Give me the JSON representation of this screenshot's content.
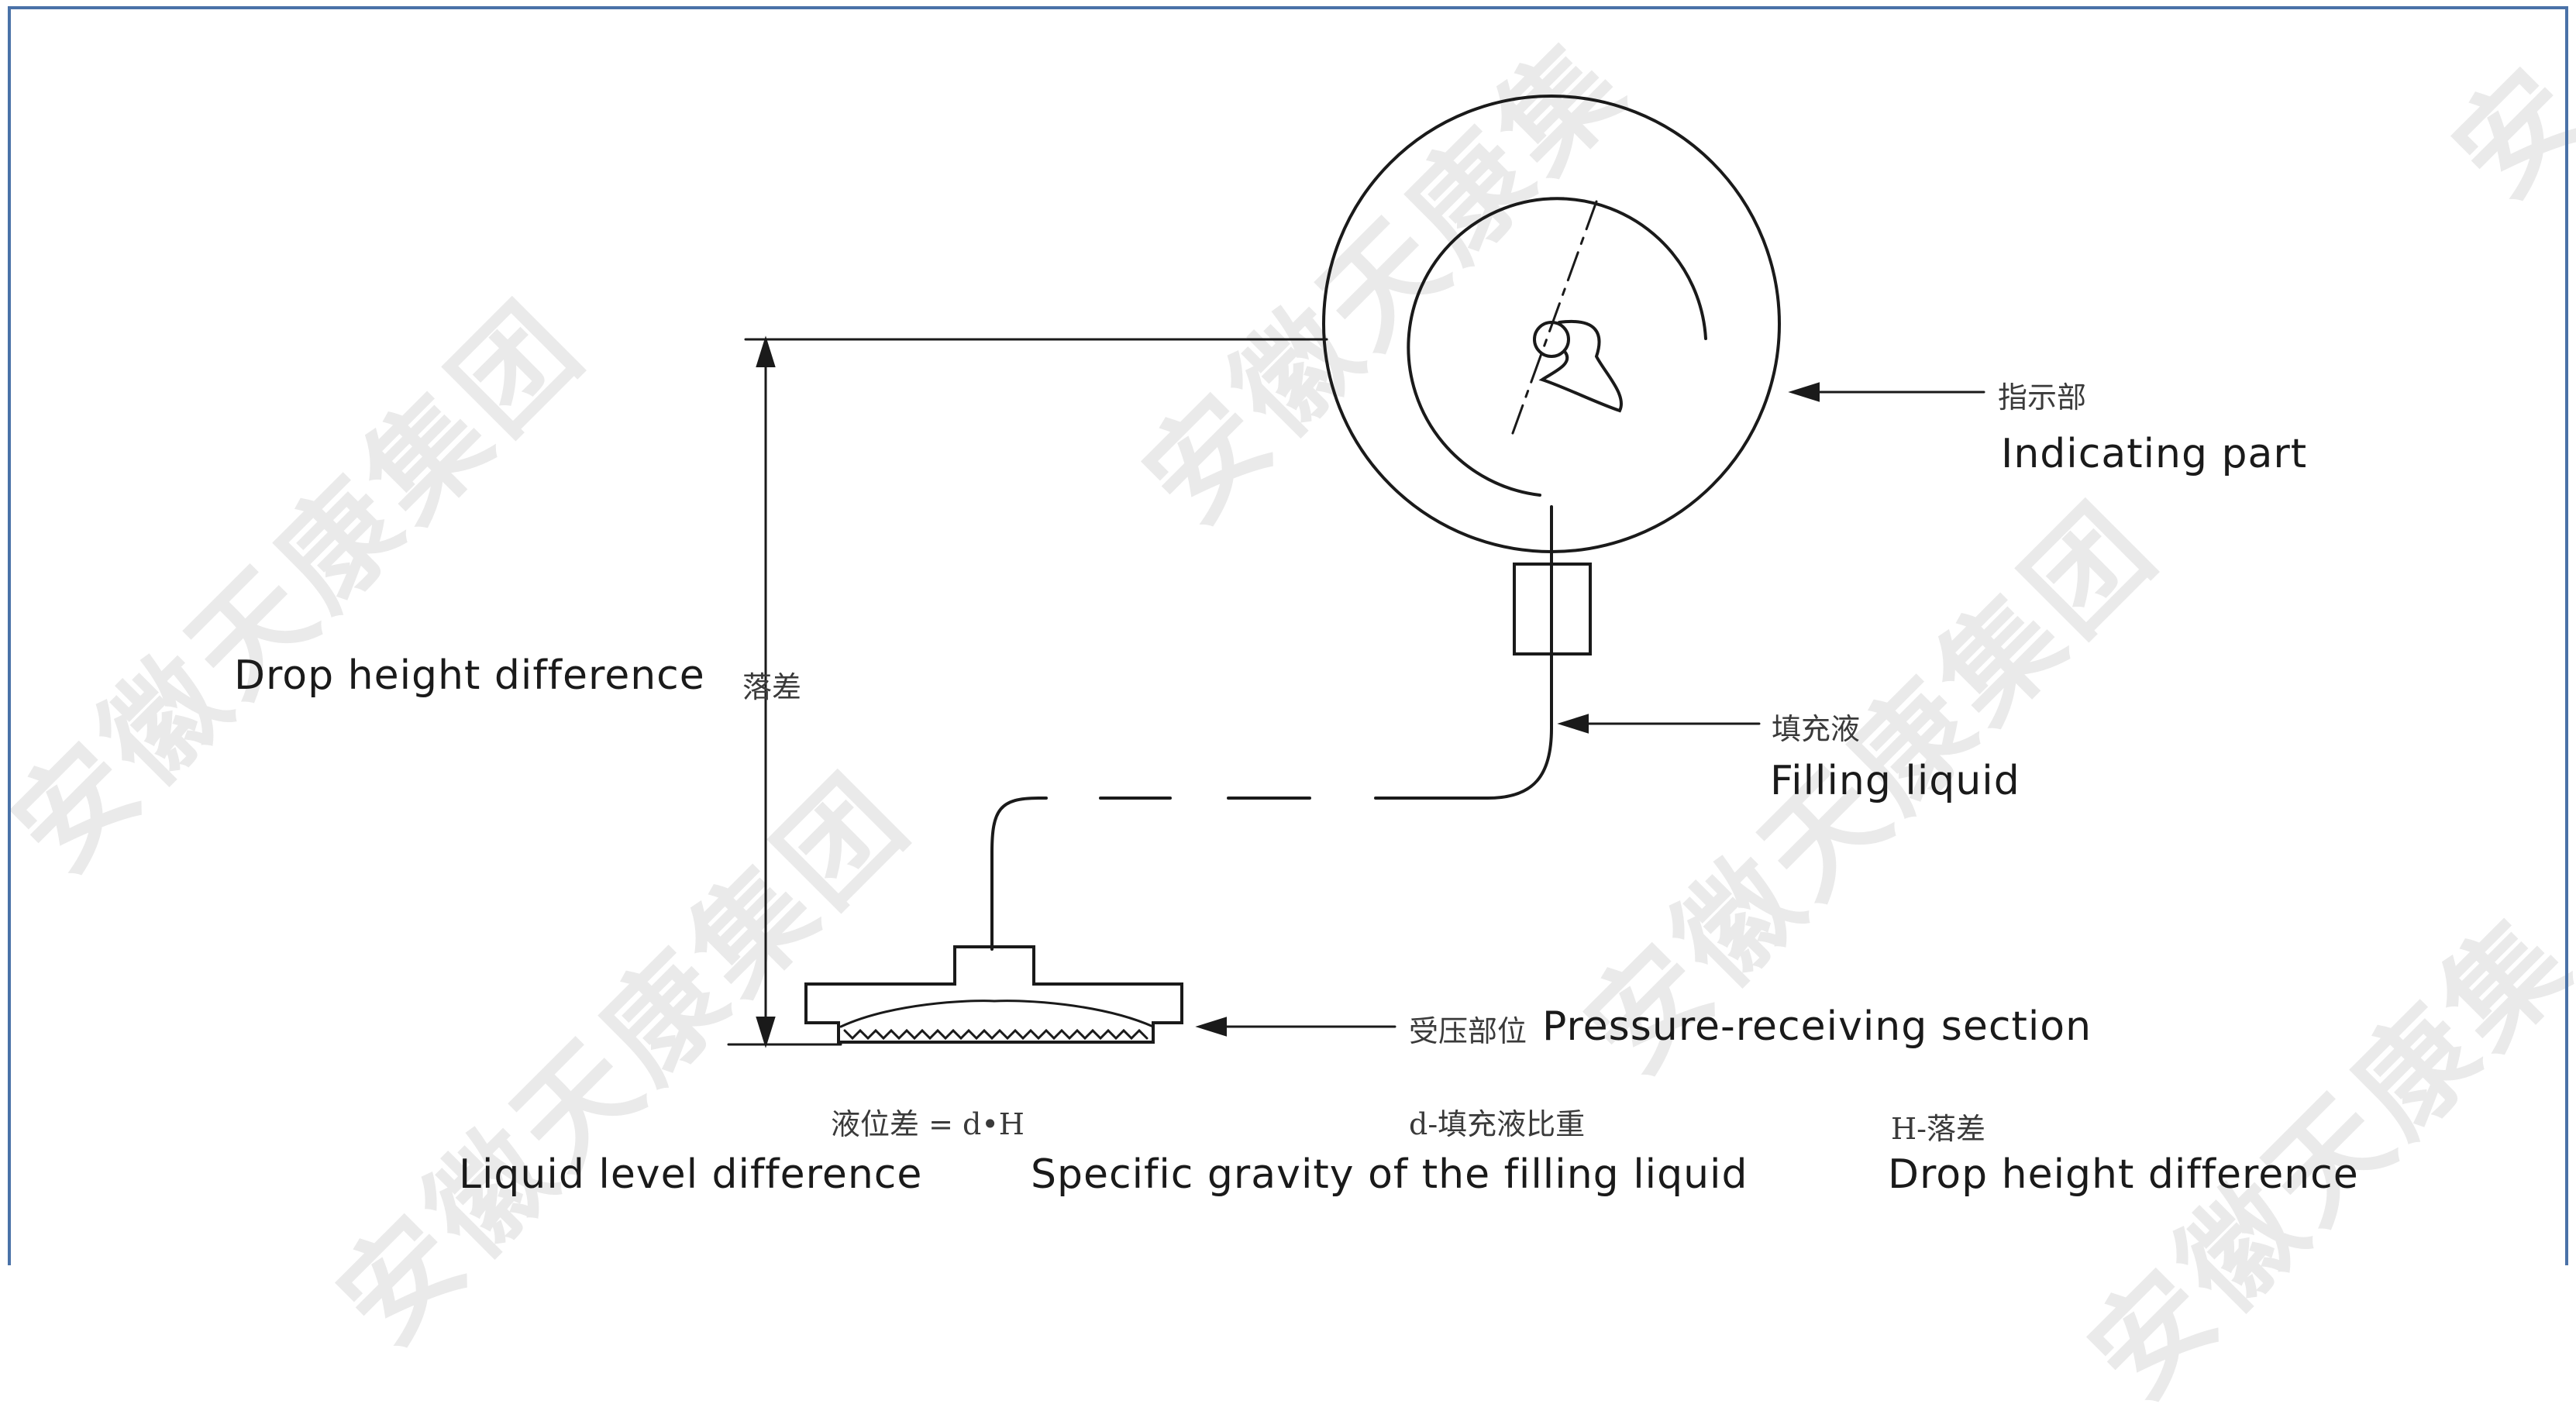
{
  "watermark": {
    "text": "安徽天康集团",
    "text_partial_1": "安徽天康集",
    "text_partial_2": "安徽天康集",
    "text_partial_3": "安"
  },
  "labels": {
    "indicating_cn": "指示部",
    "indicating_en": "Indicating part",
    "drop_height_en": "Drop height difference",
    "drop_height_cn": "落差",
    "filling_cn": "填充液",
    "filling_en": "Filling liquid",
    "pressure_cn": "受压部位",
    "pressure_en": "Pressure-receiving section"
  },
  "formula": {
    "liquid_level_cn": "液位差 = d•H",
    "liquid_level_en": "Liquid level difference",
    "d_cn": "d-填充液比重",
    "d_en": "Specific gravity of the filling liquid",
    "h_cn": "H-落差",
    "h_en": "Drop height difference"
  },
  "colors": {
    "frame": "#4a72a8",
    "line": "#1a1a1a",
    "watermark": "#d9d9d9"
  }
}
